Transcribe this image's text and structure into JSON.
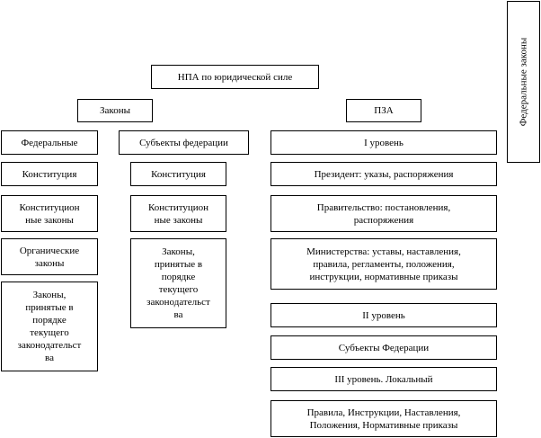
{
  "diagram": {
    "root": "НПА по юридической силе",
    "side_label": "Федеральные законы",
    "laws": {
      "title": "Законы",
      "federal": {
        "title": "Федеральные",
        "items": [
          "Конституция",
          "Конституцион\nные законы",
          "Органические\nзаконы",
          "Законы,\nпринятые в\nпорядке\nтекущего\nзаконодательст\nва"
        ]
      },
      "subjects": {
        "title": "Субъекты федерации",
        "items": [
          "Конституция",
          "Конституцион\nные законы",
          "Законы,\nпринятые в\nпорядке\nтекущего\nзаконодательст\nва"
        ]
      }
    },
    "pza": {
      "title": "ПЗА",
      "items": [
        "I уровень",
        "Президент: указы, распоряжения",
        "Правительство: постановления,\nраспоряжения",
        "Министерства: уставы, наставления,\nправила, регламенты, положения,\nинструкции, нормативные приказы",
        "II уровень",
        "Субъекты Федерации",
        "III уровень. Локальный",
        "Правила, Инструкции, Наставления,\nПоложения, Нормативные приказы"
      ]
    }
  }
}
